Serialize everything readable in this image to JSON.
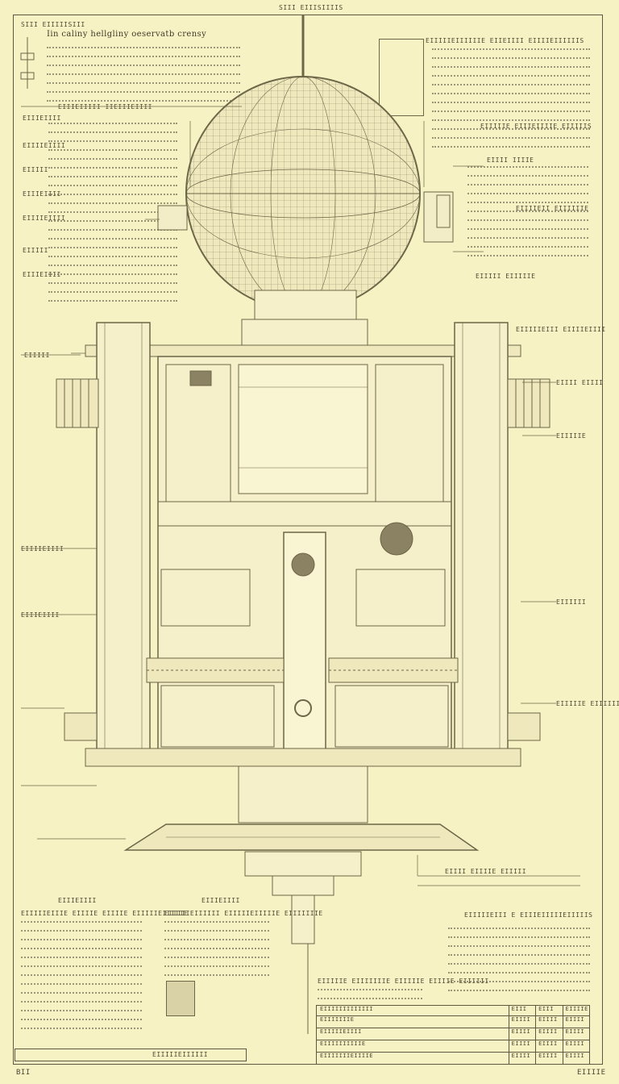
{
  "header": {
    "top_label": "SIII EIIISIIIIS",
    "title": "Iin caliny hellgliny oeservatb crensy",
    "corner_label": "SIII EIIIIISIII"
  },
  "left_panel": {
    "section_header": "EIIIEIIIII IIEIIIEIIII",
    "labels": [
      "EIIIEIIII",
      "EIIIIEIIII",
      "EIIIII",
      "EIIIEIIII",
      "EIIIIEIIII",
      "EIIIII",
      "EIIIEIIII",
      "EIIIII",
      "EIIIIEIIII",
      "EIIIEIIII"
    ]
  },
  "right_panel": {
    "section_header": "EIIIIIEIIIIIIE EIIEIIII EIIIIEIIIIIIS",
    "sub_header": "EIIIIIE EIIIEIIIIE EIIIIIS",
    "labels": [
      "EIIII IIIIE",
      "EIIIIEII EIIIIIIE",
      "EIIIII EIIIIIE",
      "EIIIIIEIII EIIIIEIIII",
      "EIIII EIIII",
      "EIIIIIE",
      "EIIIIII",
      "EIIIIIE EIIIIIIE",
      "EIIII EIIIIE EIIIII"
    ]
  },
  "bottom": {
    "left_header": "EIIIEIIII",
    "left_title": "EIIIIIEIIIE EIIIIE EIIIIE EIIIIIEIIIIIE",
    "mid_header": "EIIIEIIII",
    "mid_title": "EIIIIIEIIIIII EIIIIIEIIIIIE EIIIIIIIE",
    "right_title": "EIIIIIEIII E EIIIEIIIIIEIIIIIS",
    "notes_title": "EIIIIIE EIIIIIIIE EIIIIIE EIIIIE EIIIIII",
    "footer_left": "BII",
    "footer_right": "EIIIIE",
    "footer_mid": "EIIIIIEIIIIII"
  },
  "table": {
    "headers": [
      "EIIIIIIIIIIIII",
      "EIII",
      "EIII",
      "EIIIIE"
    ],
    "rows": [
      [
        "EIIIIIIIE",
        "EIIII",
        "EIIII",
        "EIIII"
      ],
      [
        "EIIIIIEIIII",
        "EIIII",
        "EIIII",
        "EIIII"
      ],
      [
        "EIIIIIIIIIIE",
        "EIIII",
        "EIIII",
        "EIIII"
      ],
      [
        "EIIIIIIIEIIIIE",
        "EIIII",
        "EIIII",
        "EIIII"
      ]
    ]
  },
  "colors": {
    "paper": "#f7f2c4",
    "ink": "#6d6647",
    "ink_dark": "#3d3a28"
  }
}
